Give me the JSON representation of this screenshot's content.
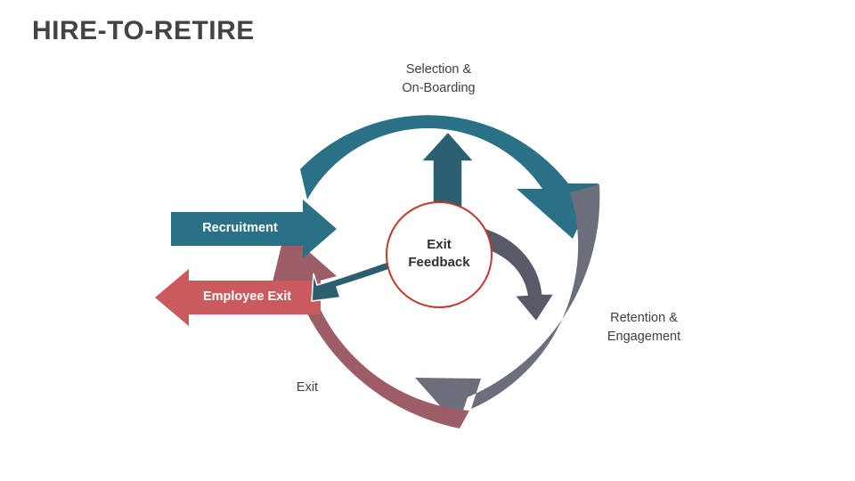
{
  "page": {
    "title": "HIRE-TO-RETIRE"
  },
  "colors": {
    "title_text": "#444444",
    "teal": "#2b7186",
    "teal_dark": "#2c5f70",
    "gray": "#6b6e7b",
    "gray_dark": "#585b67",
    "mauve": "#9c5d66",
    "red": "#cb5a5e",
    "center_circle_stroke": "#c0392b",
    "label_text": "#404040",
    "arrow_text": "#ffffff"
  },
  "diagram": {
    "center": {
      "label": "Exit\nFeedback"
    },
    "stage_labels": [
      {
        "name": "selection-onboarding",
        "text": "Selection &\nOn-Boarding"
      },
      {
        "name": "retention-engagement",
        "text": "Retention &\nEngagement"
      },
      {
        "name": "exit",
        "text": "Exit"
      }
    ],
    "callout_arrows": [
      {
        "name": "recruitment",
        "text": "Recruitment",
        "color": "#2b7186",
        "direction": "right"
      },
      {
        "name": "employee-exit",
        "text": "Employee Exit",
        "color": "#cb5a5e",
        "direction": "left"
      }
    ],
    "cycle_arcs": [
      {
        "name": "arc-selection-onboarding",
        "color": "#2b7186"
      },
      {
        "name": "arc-retention-engagement",
        "color": "#6b6e7b"
      },
      {
        "name": "arc-exit",
        "color": "#9c5d66"
      }
    ],
    "feedback_arrows": [
      {
        "name": "feedback-arrow-up",
        "color": "#2c5f70"
      },
      {
        "name": "feedback-arrow-down-right",
        "color": "#585b67"
      },
      {
        "name": "feedback-arrow-left",
        "color": "#2c5f70"
      }
    ]
  }
}
